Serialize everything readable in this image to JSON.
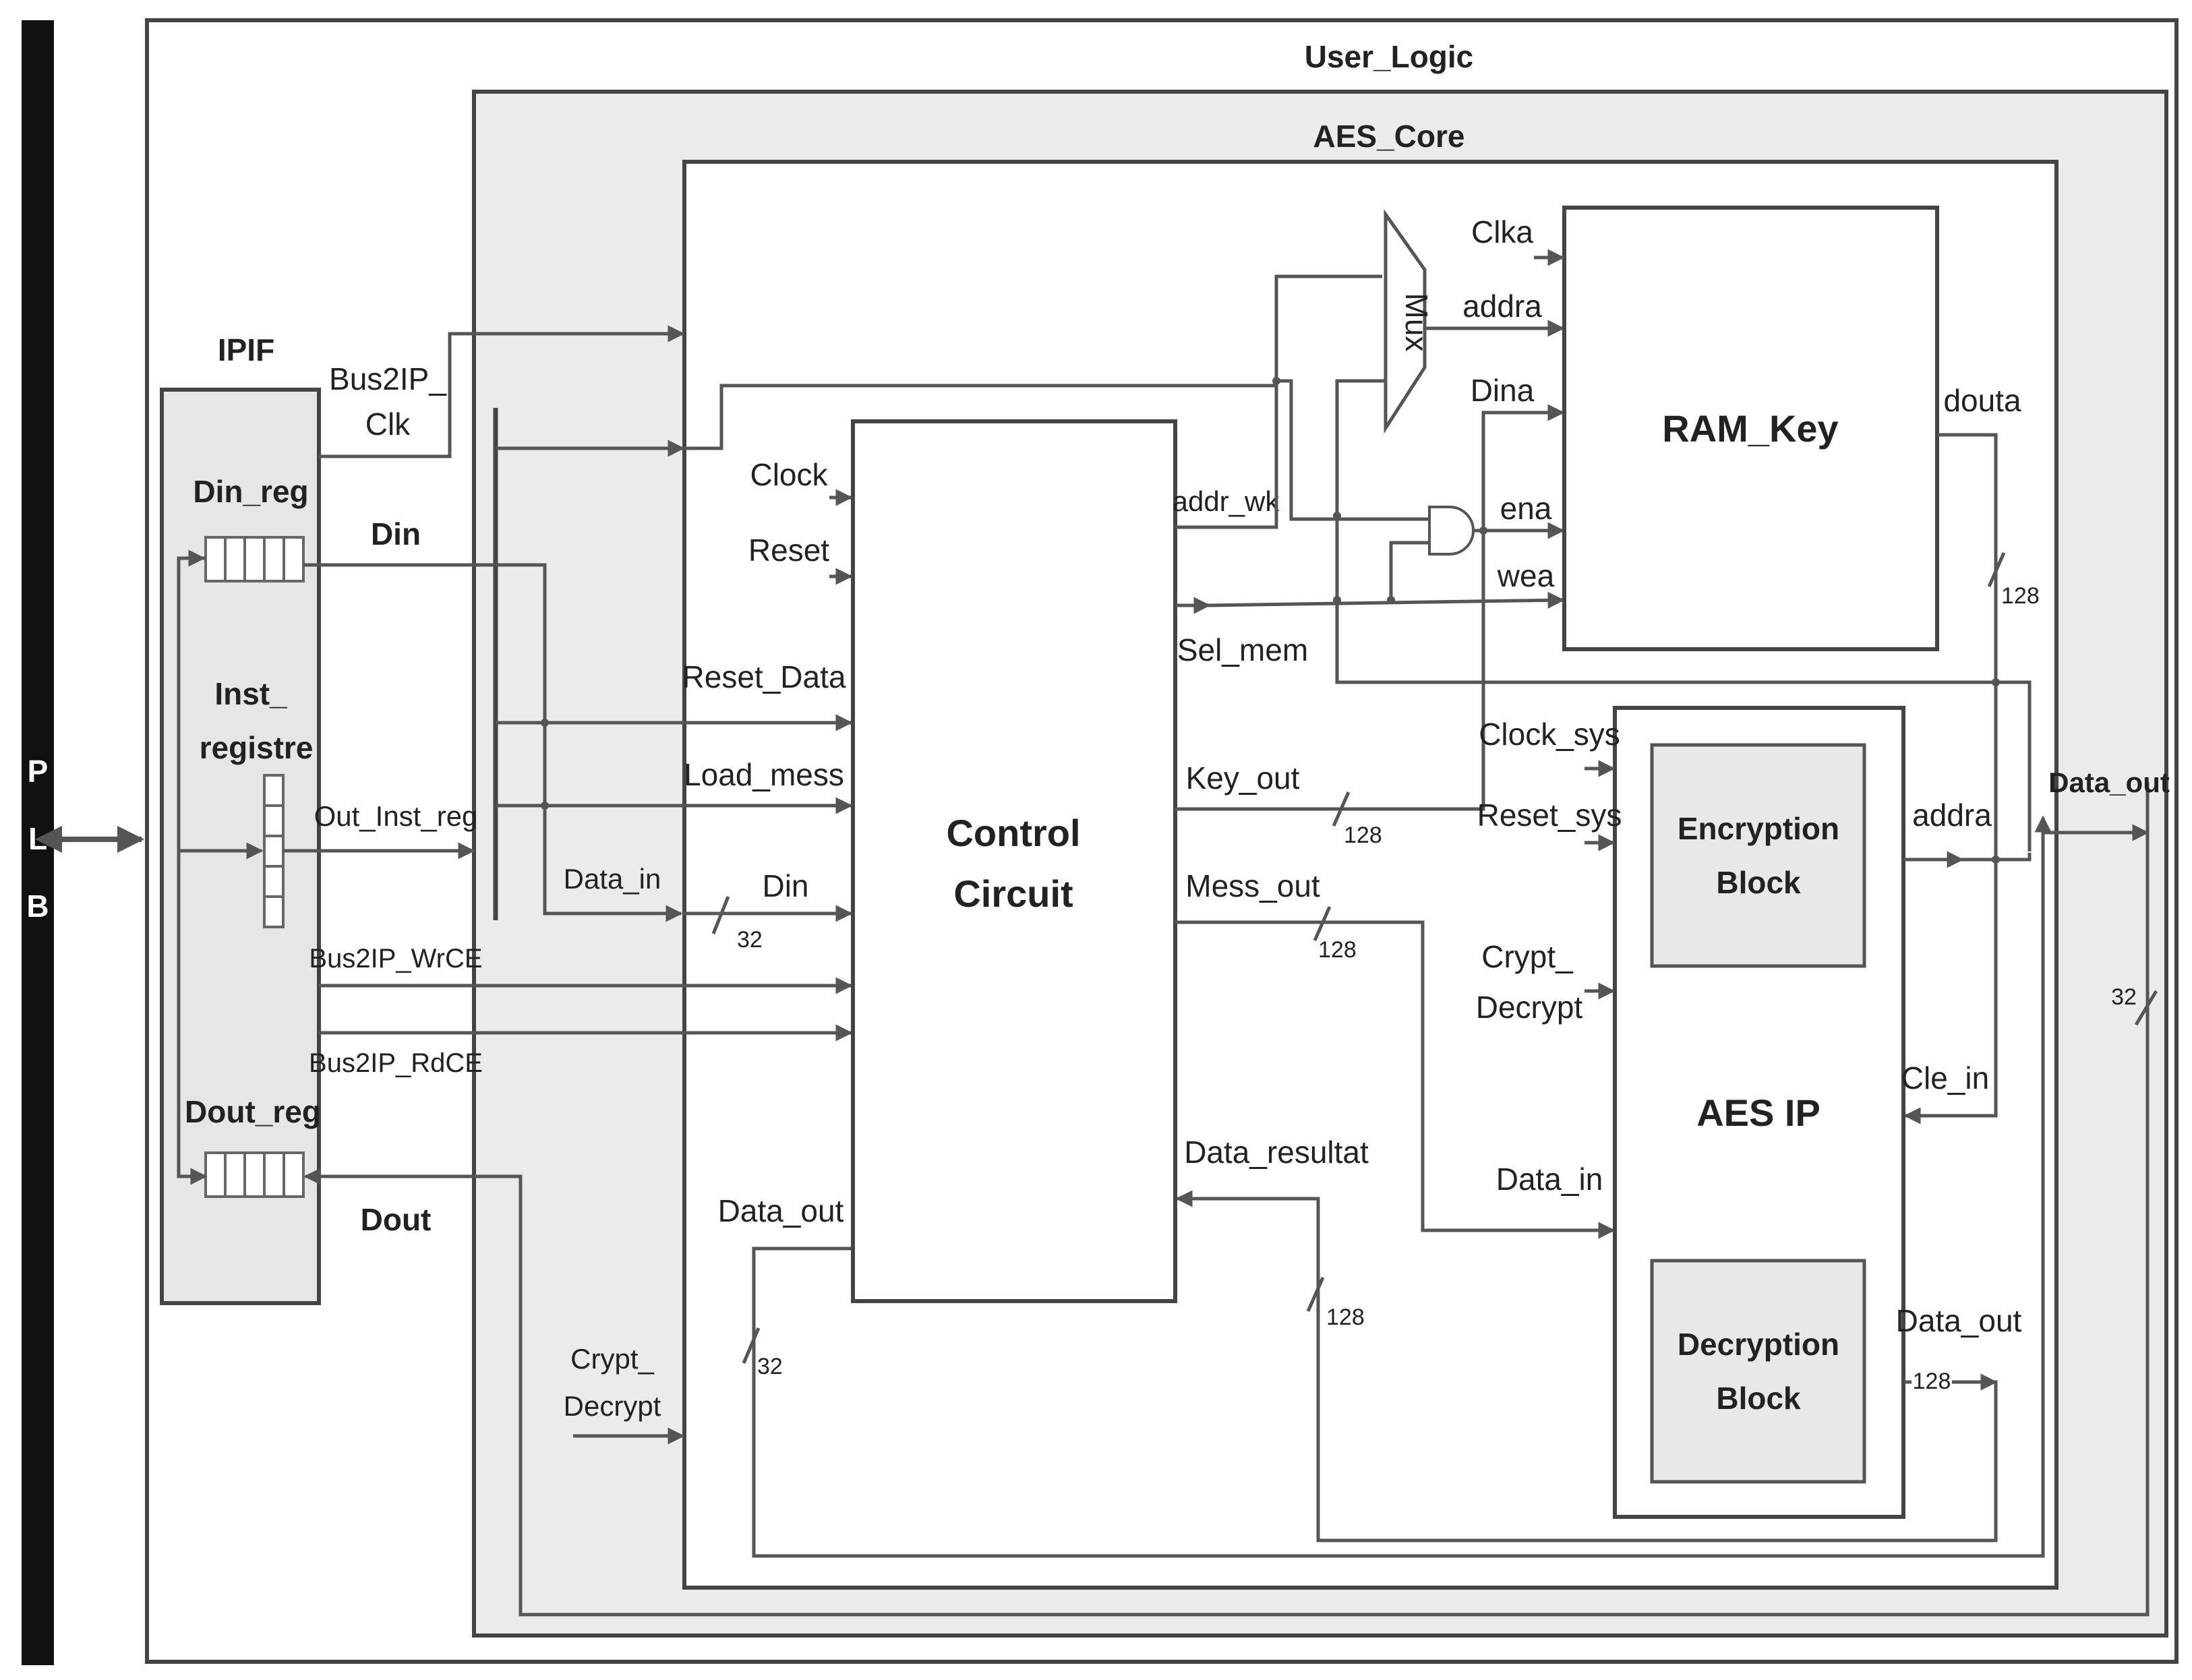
{
  "bus": {
    "letters": [
      "P",
      "L",
      "B"
    ]
  },
  "blocks": {
    "user_logic": "User_Logic",
    "aes_core": "AES_Core",
    "ipif": "IPIF",
    "din_reg": "Din_reg",
    "inst_registre_1": "Inst_",
    "inst_registre_2": "registre",
    "dout_reg": "Dout_reg",
    "control_1": "Control",
    "control_2": "Circuit",
    "ram_key": "RAM_Key",
    "mux": "Mux",
    "aes_ip": "AES IP",
    "enc_1": "Encryption",
    "enc_2": "Block",
    "dec_1": "Decryption",
    "dec_2": "Block"
  },
  "signals": {
    "bus2ip_clk_1": "Bus2IP_",
    "bus2ip_clk_2": "Clk",
    "din_top": "Din",
    "out_inst_reg": "Out_Inst_reg",
    "bus2ip_wrce": "Bus2IP_WrCE",
    "bus2ip_rdce": "Bus2IP_RdCE",
    "dout": "Dout",
    "crypt_decrypt_l1": "Crypt_",
    "crypt_decrypt_l2": "Decrypt",
    "data_in_left": "Data_in",
    "width_32_a": "32",
    "clock": "Clock",
    "reset": "Reset",
    "reset_data": "Reset_Data",
    "load_mess": "Load_mess",
    "din_cc": "Din",
    "data_out_cc": "Data_out",
    "width_32_b": "32",
    "addr_wk": "addr_wk",
    "sel_mem": "Sel_mem",
    "key_out": "Key_out",
    "width_128_key": "128",
    "mess_out": "Mess_out",
    "width_128_mess": "128",
    "data_resultat": "Data_resultat",
    "width_128_res": "128",
    "clka": "Clka",
    "addra_ram": "addra",
    "dina": "Dina",
    "ena": "ena",
    "wea": "wea",
    "douta": "douta",
    "width_128_douta": "128",
    "clock_sys": "Clock_sys",
    "reset_sys": "Reset_sys",
    "crypt_aes_1": "Crypt_",
    "crypt_aes_2": "Decrypt",
    "data_in_aes": "Data_in",
    "addra_aes": "addra",
    "cle_in": "Cle_in",
    "data_out_aes": "Data_out",
    "width_128_out": "128",
    "data_out_right": "Data_out",
    "width_32_right": "32"
  }
}
